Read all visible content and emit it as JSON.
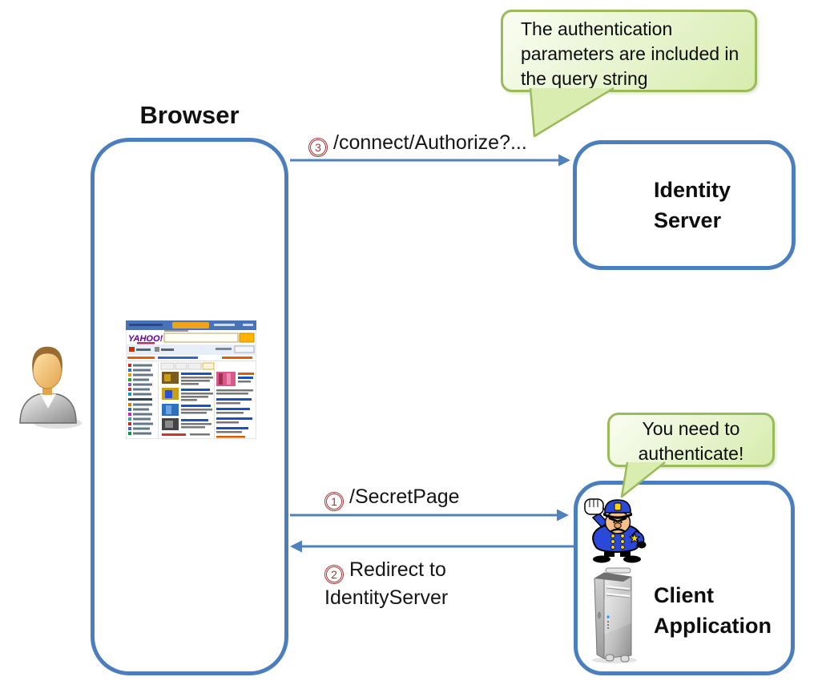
{
  "diagram": {
    "browser": {
      "title": "Browser"
    },
    "identity_server": {
      "label": "Identity Server"
    },
    "client_application": {
      "label": "Client Application"
    },
    "callouts": {
      "query_string": {
        "text": "The authentication parameters are included in the query string"
      },
      "authenticate": {
        "text": "You need to authenticate!"
      }
    },
    "steps": {
      "secret_page": {
        "number": "1",
        "label": "/SecretPage"
      },
      "redirect": {
        "number": "2",
        "label": "Redirect to IdentityServer"
      },
      "authorize": {
        "number": "3",
        "label": "/connect/Authorize?..."
      }
    },
    "icons": {
      "user": "user-person-icon",
      "police": "policeman-stop-icon",
      "tower": "desktop-tower-icon",
      "browser_page": "yahoo-homepage-thumbnail"
    },
    "colors": {
      "box_border_blue": "#4a7ebd",
      "arrow_blue": "#4f81bd",
      "callout_border_green": "#9bbb59",
      "callout_fill_green": "#d9edb0",
      "step_number_red": "#9e3a38",
      "text_black": "#111111"
    }
  }
}
